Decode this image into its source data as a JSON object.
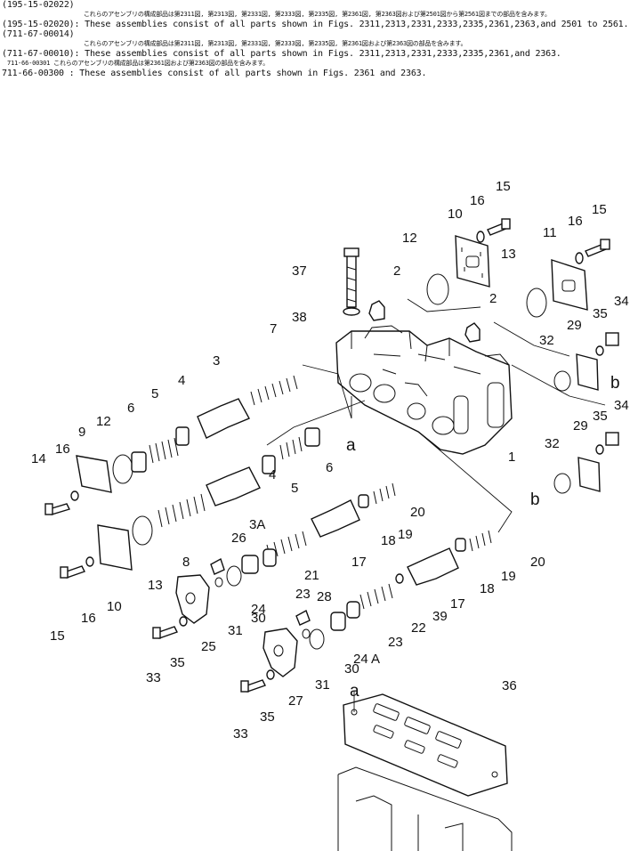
{
  "notes": [
    {
      "text": "(195-15-02022)",
      "kind": "code"
    },
    {
      "text": "これらのアセンブリの構成部品は第2311図, 第2313図, 第2331図, 第2333図, 第2335図, 第2361図, 第2363図および第2501図から第2561図までの部品を含みます。",
      "kind": "jp"
    },
    {
      "text": "(195-15-02020): These assemblies consist of all parts shown in Figs. 2311,2313,2331,2333,2335,2361,2363,and 2501 to 2561.",
      "kind": "en"
    },
    {
      "text": "(711-67-00014)",
      "kind": "code"
    },
    {
      "text": "これらのアセンブリの構成部品は第2311図, 第2313図, 第2331図, 第2333図, 第2335図, 第2361図および第2363図の部品を含みます。",
      "kind": "jp"
    },
    {
      "text": "(711-67-00010): These assemblies consist of all parts shown in Figs. 2311,2313,2331,2333,2335,2361,and 2363.",
      "kind": "en"
    },
    {
      "text": "711-66-00301   これらのアセンブリの構成部品は第2361図および第2363図の部品を含みます。",
      "kind": "jp"
    },
    {
      "text": "711-66-00300 : These assemblies consist of all parts shown in Figs. 2361 and 2363.",
      "kind": "en"
    }
  ],
  "callouts": [
    "15",
    "16",
    "10",
    "16",
    "15",
    "12",
    "11",
    "13",
    "37",
    "2",
    "2",
    "38",
    "7",
    "34",
    "29",
    "35",
    "32",
    "3",
    "4",
    "b",
    "5",
    "6",
    "12",
    "9",
    "a",
    "1",
    "34",
    "16",
    "6",
    "29",
    "35",
    "14",
    "4",
    "5",
    "32",
    "b",
    "3A",
    "20",
    "26",
    "19",
    "8",
    "13",
    "21",
    "17",
    "18",
    "20",
    "28",
    "19",
    "24",
    "23",
    "10",
    "31",
    "18",
    "16",
    "30",
    "17",
    "39",
    "22",
    "25",
    "15",
    "35",
    "24 A",
    "23",
    "33",
    "31",
    "30",
    "27",
    "a",
    "36",
    "33",
    "35"
  ]
}
